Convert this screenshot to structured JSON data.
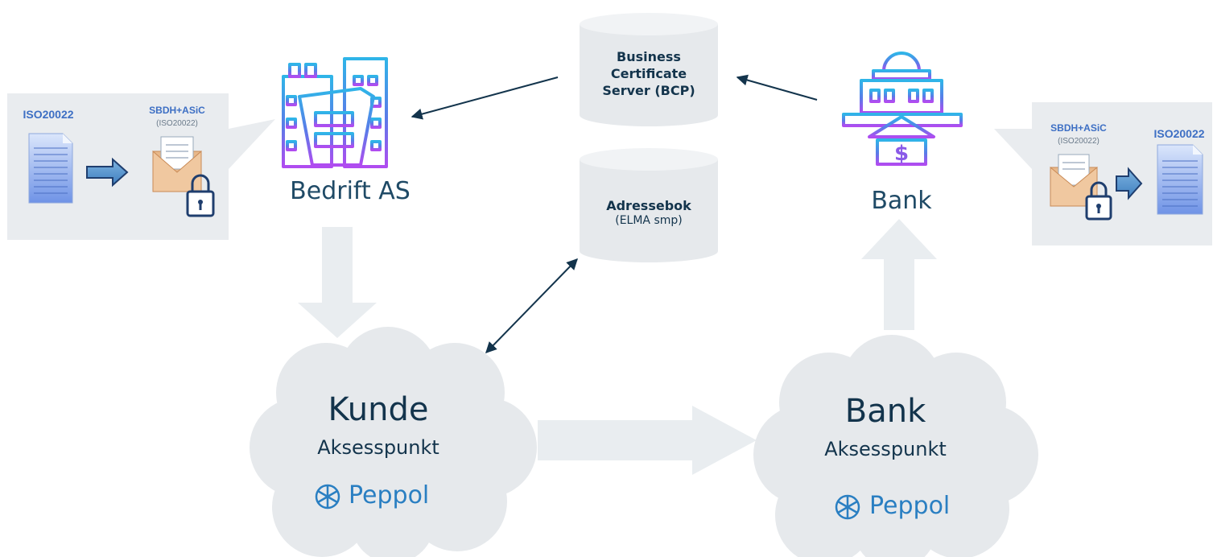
{
  "left_callout": {
    "iso_label": "ISO20022",
    "sbdh_label": "SBDH+ASiC",
    "sbdh_sub": "(ISO20022)"
  },
  "right_callout": {
    "iso_label": "ISO20022",
    "sbdh_label": "SBDH+ASiC",
    "sbdh_sub": "(ISO20022)"
  },
  "company": {
    "label": "Bedrift AS"
  },
  "bank": {
    "label": "Bank"
  },
  "bcp": {
    "line1": "Business",
    "line2": "Certificate",
    "line3": "Server (BCP)"
  },
  "address_book": {
    "title": "Adressebok",
    "sub": "(ELMA smp)"
  },
  "customer_ap": {
    "title": "Kunde",
    "sub": "Aksesspunkt",
    "brand": "Peppol"
  },
  "bank_ap": {
    "title": "Bank",
    "sub": "Aksesspunkt",
    "brand": "Peppol"
  },
  "colors": {
    "arrow": "#13344c",
    "accent": "#3d6fc4",
    "peppol": "#2a7fc2",
    "gray": "#e6e9ec"
  },
  "icons": [
    "document-icon",
    "envelope-lock-icon",
    "office-building-icon",
    "bank-building-icon",
    "database-icon",
    "peppol-logo-icon"
  ]
}
